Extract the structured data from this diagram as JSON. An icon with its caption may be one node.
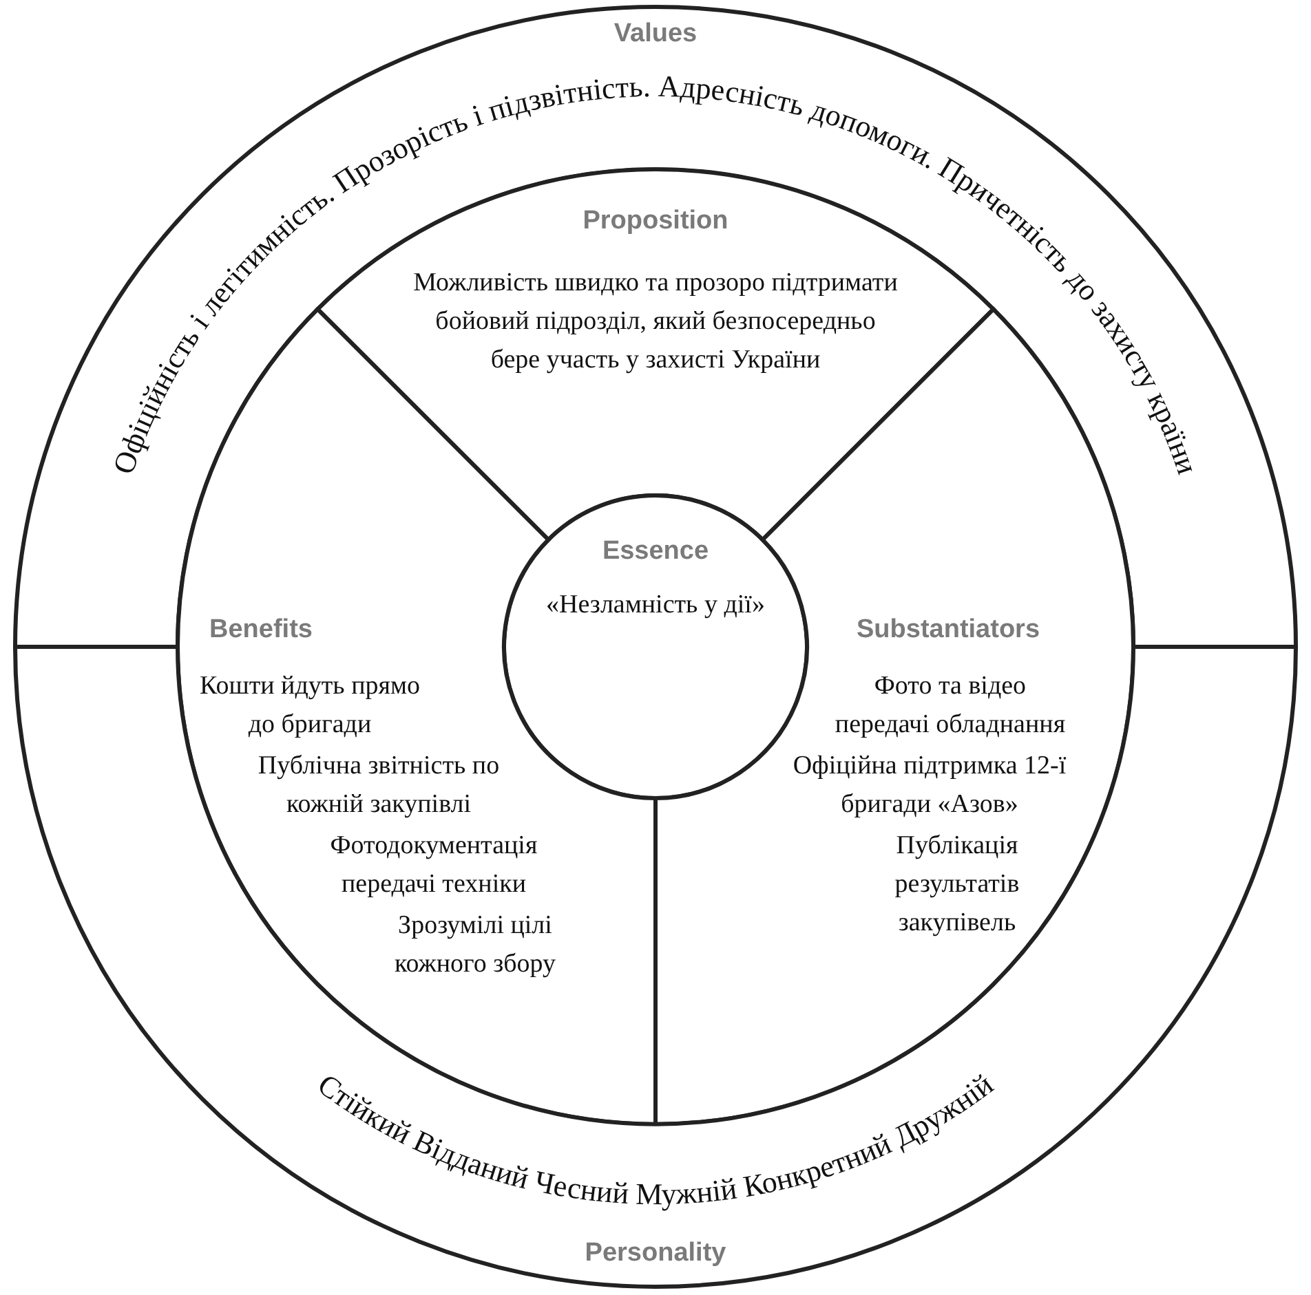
{
  "diagram": {
    "nodes": [
      {
        "text": [
          "Values",
          "Офіційність і легітимність. Прозорість і підзвітність. Адресність допомоги. Причетність до захисту країни"
        ]
      },
      {
        "text": [
          "Proposition",
          "Можливість швидко та прозоро підтримати бойовий підрозділ, який безпосередньо бере участь у захисті України"
        ]
      },
      {
        "text": [
          "Essence",
          "«Незламність у дії»"
        ]
      },
      {
        "text": [
          "Benefits",
          "Кошти йдуть прямо до бригади",
          "Публічна звітність по кожній закупівлі",
          "Фотодокументація передачі техніки",
          "Зрозумілі цілі кожного збору"
        ]
      },
      {
        "text": [
          "Substantiators",
          "Фото та відео передачі обладнання",
          "Офіційна підтримка 12-ї бригади «Азов»",
          "Публікація результатів закупівель"
        ]
      },
      {
        "text": [
          "Стійкий Відданий Чесний Мужній Конкретний Дружній",
          "Personality"
        ]
      }
    ],
    "edges": []
  }
}
